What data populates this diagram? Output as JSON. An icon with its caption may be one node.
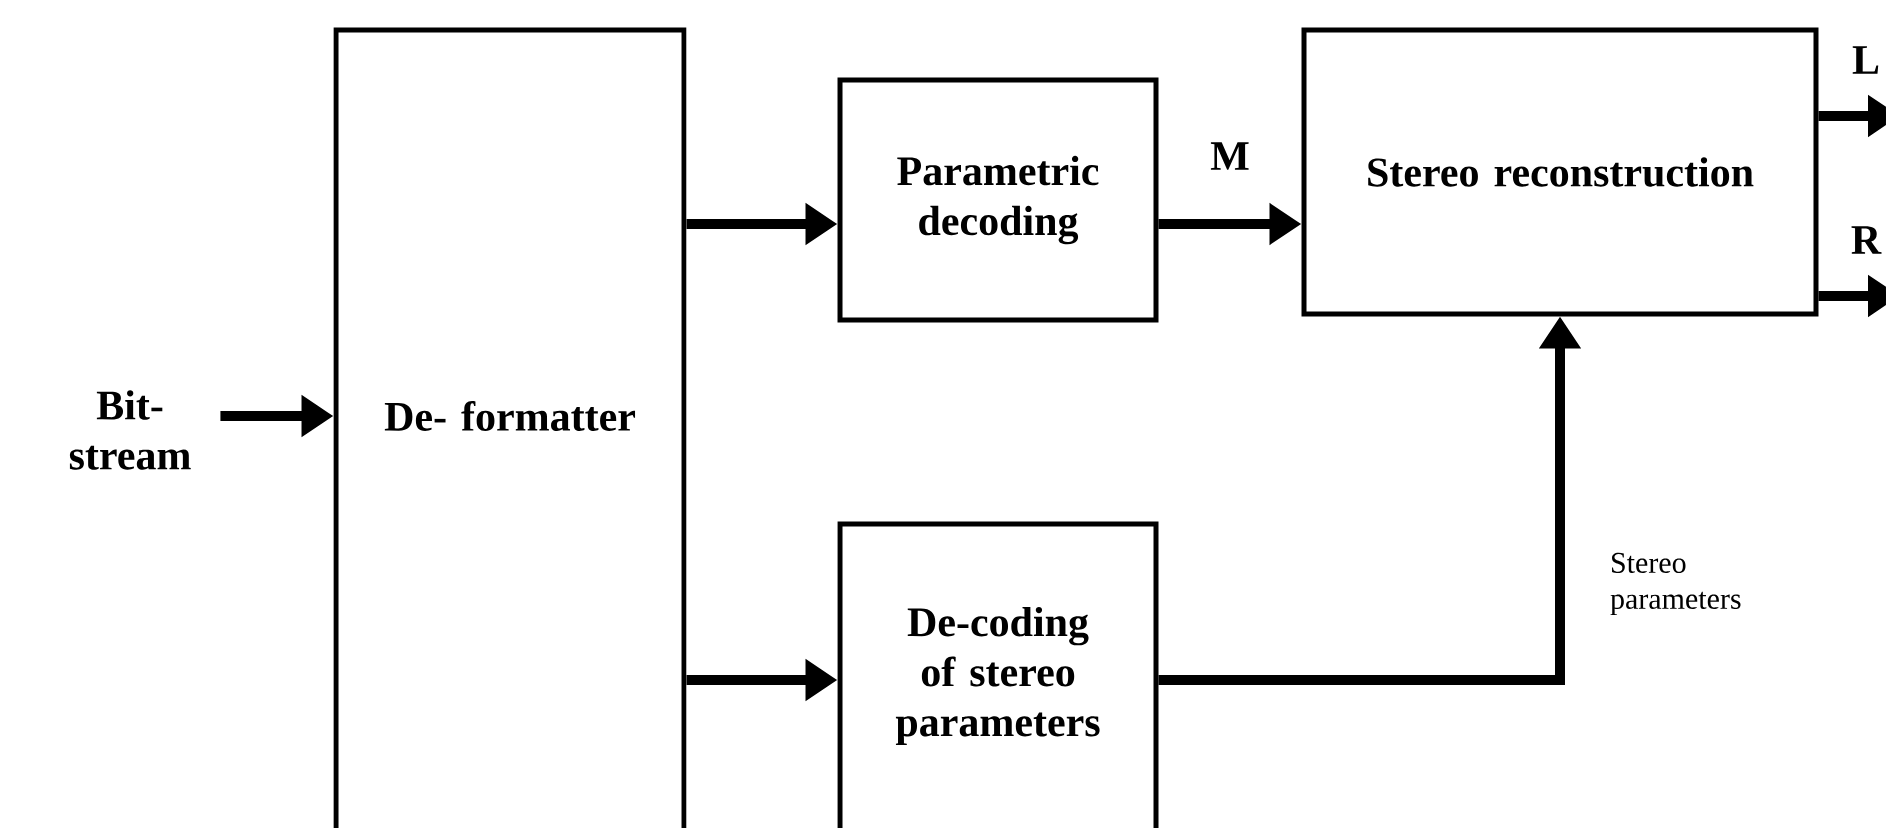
{
  "diagram": {
    "nodes": [
      {
        "text": [
          "Bit- stream"
        ]
      },
      {
        "text": [
          "De- formatter"
        ]
      },
      {
        "text": [
          "Parametric decoding"
        ]
      },
      {
        "text": [
          "Stereo reconstruction"
        ]
      },
      {
        "text": [
          "De-coding of stereo parameters"
        ]
      }
    ],
    "edges": [
      {
        "from": 0,
        "to": 1,
        "arrow": "to"
      },
      {
        "from": 1,
        "to": 2,
        "arrow": "to"
      },
      {
        "from": 1,
        "to": 4,
        "arrow": "to"
      },
      {
        "from": 2,
        "to": 3,
        "arrow": "to",
        "label": "M"
      },
      {
        "from": 4,
        "to": 3,
        "arrow": "to",
        "label": "Stereo parameters"
      },
      {
        "from": 3,
        "to": null,
        "arrow": "to",
        "label": "L"
      },
      {
        "from": 3,
        "to": null,
        "arrow": "to",
        "label": "R"
      }
    ]
  }
}
